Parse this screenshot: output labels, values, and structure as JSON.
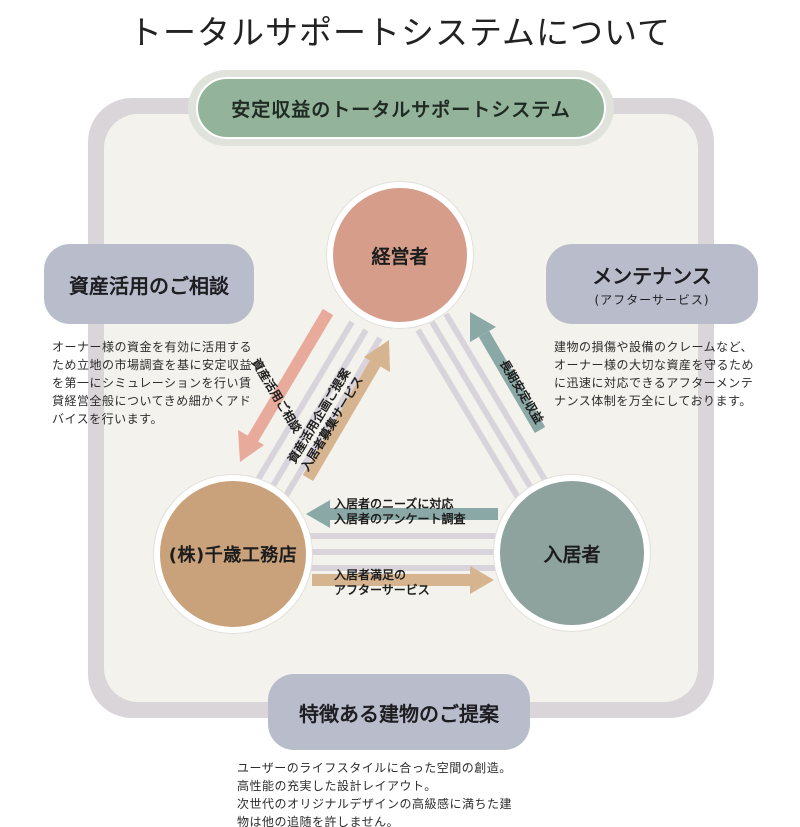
{
  "title": "トータルサポートシステムについて",
  "banner": "安定収益のトータルサポートシステム",
  "nodes": {
    "top": "経営者",
    "left": "(株)千歳工務店",
    "right": "入居者"
  },
  "consult": {
    "heading": "資産活用のご相談",
    "text": "オーナー様の資金を有効に活用するため立地の市場調査を基に安定収益を第一にシミュレーションを行い賃貸経営全般についてきめ細かくアドバイスを行います。"
  },
  "maintenance": {
    "heading": "メンテナンス",
    "subheading": "(アフターサービス)",
    "text": "建物の損傷や設備のクレームなど、オーナー様の大切な資産を守るために迅速に対応できるアフターメンテナンス体制を万全にしております。"
  },
  "proposal": {
    "heading": "特徴ある建物のご提案",
    "lines": [
      "ユーザーのライフスタイルに合った空間の創造。",
      "高性能の充実した設計レイアウト。",
      "次世代のオリジナルデザインの高級感に満ちた建",
      "物は他の追随を許しません。"
    ]
  },
  "arrows": {
    "top_to_left": "資産活用ご相談",
    "left_to_top": [
      "資産活用企画ご提案",
      "入居者募集サービス"
    ],
    "right_to_top": "長期安定収益",
    "right_to_left": [
      "入居者のニーズに対応",
      "入居者のアンケート調査"
    ],
    "left_to_right": [
      "入居者満足の",
      "アフターサービス"
    ]
  },
  "colors": {
    "banner": "#93b39a",
    "node_top": "#d59d8a",
    "node_left": "#c9a27c",
    "node_right": "#8ea39e",
    "pill": "#b9bdcb",
    "arrow_pink": "#e7aa9b",
    "arrow_tan": "#d6b48f",
    "arrow_teal": "#8aa8a6"
  }
}
